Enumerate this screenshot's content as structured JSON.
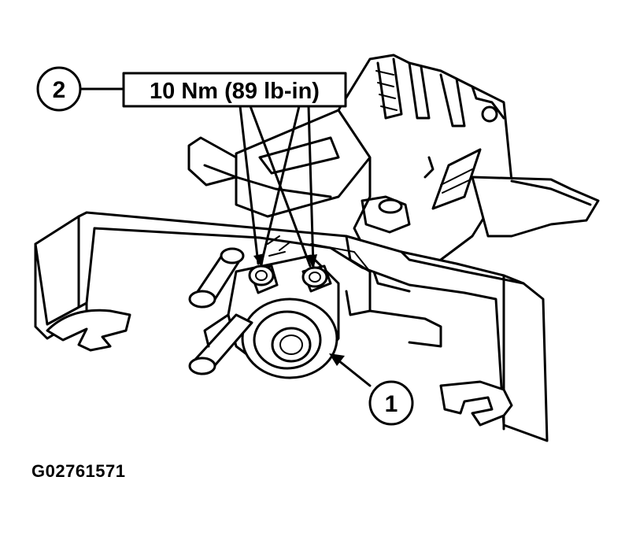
{
  "diagram": {
    "callouts": [
      {
        "number": "1"
      },
      {
        "number": "2"
      }
    ],
    "torque_spec": "10 Nm (89 lb-in)",
    "figure_id": "G02761571"
  }
}
